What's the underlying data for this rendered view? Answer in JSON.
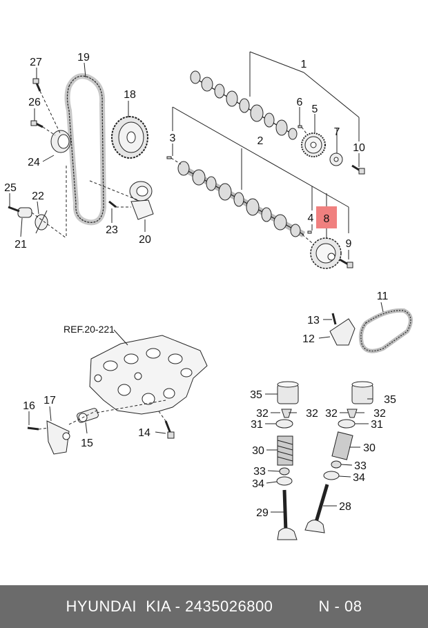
{
  "colors": {
    "highlight": "#f0807f",
    "footer_bg": "#6b6b6b",
    "footer_text": "#ffffff",
    "line": "#222222"
  },
  "reference": "REF.20-221",
  "callouts": {
    "c1": "1",
    "c2": "2",
    "c3": "3",
    "c4": "4",
    "c5": "5",
    "c6": "6",
    "c7": "7",
    "c8": "8",
    "c9": "9",
    "c10": "10",
    "c11": "11",
    "c12": "12",
    "c13": "13",
    "c14": "14",
    "c15": "15",
    "c16": "16",
    "c17": "17",
    "c18": "18",
    "c19": "19",
    "c20": "20",
    "c21": "21",
    "c22": "22",
    "c23": "23",
    "c24": "24",
    "c25": "25",
    "c26": "26",
    "c27": "27",
    "c28": "28",
    "c29": "29",
    "c30a": "30",
    "c30b": "30",
    "c31a": "31",
    "c31b": "31",
    "c32a": "32",
    "c32b": "32",
    "c32c": "32",
    "c32d": "32",
    "c33a": "33",
    "c33b": "33",
    "c34a": "34",
    "c34b": "34",
    "c35a": "35",
    "c35b": "35"
  },
  "highlighted_callout": "8",
  "footer": {
    "brand": "HYUNDAI  KIA - 2435026800",
    "page": "N - 08"
  }
}
